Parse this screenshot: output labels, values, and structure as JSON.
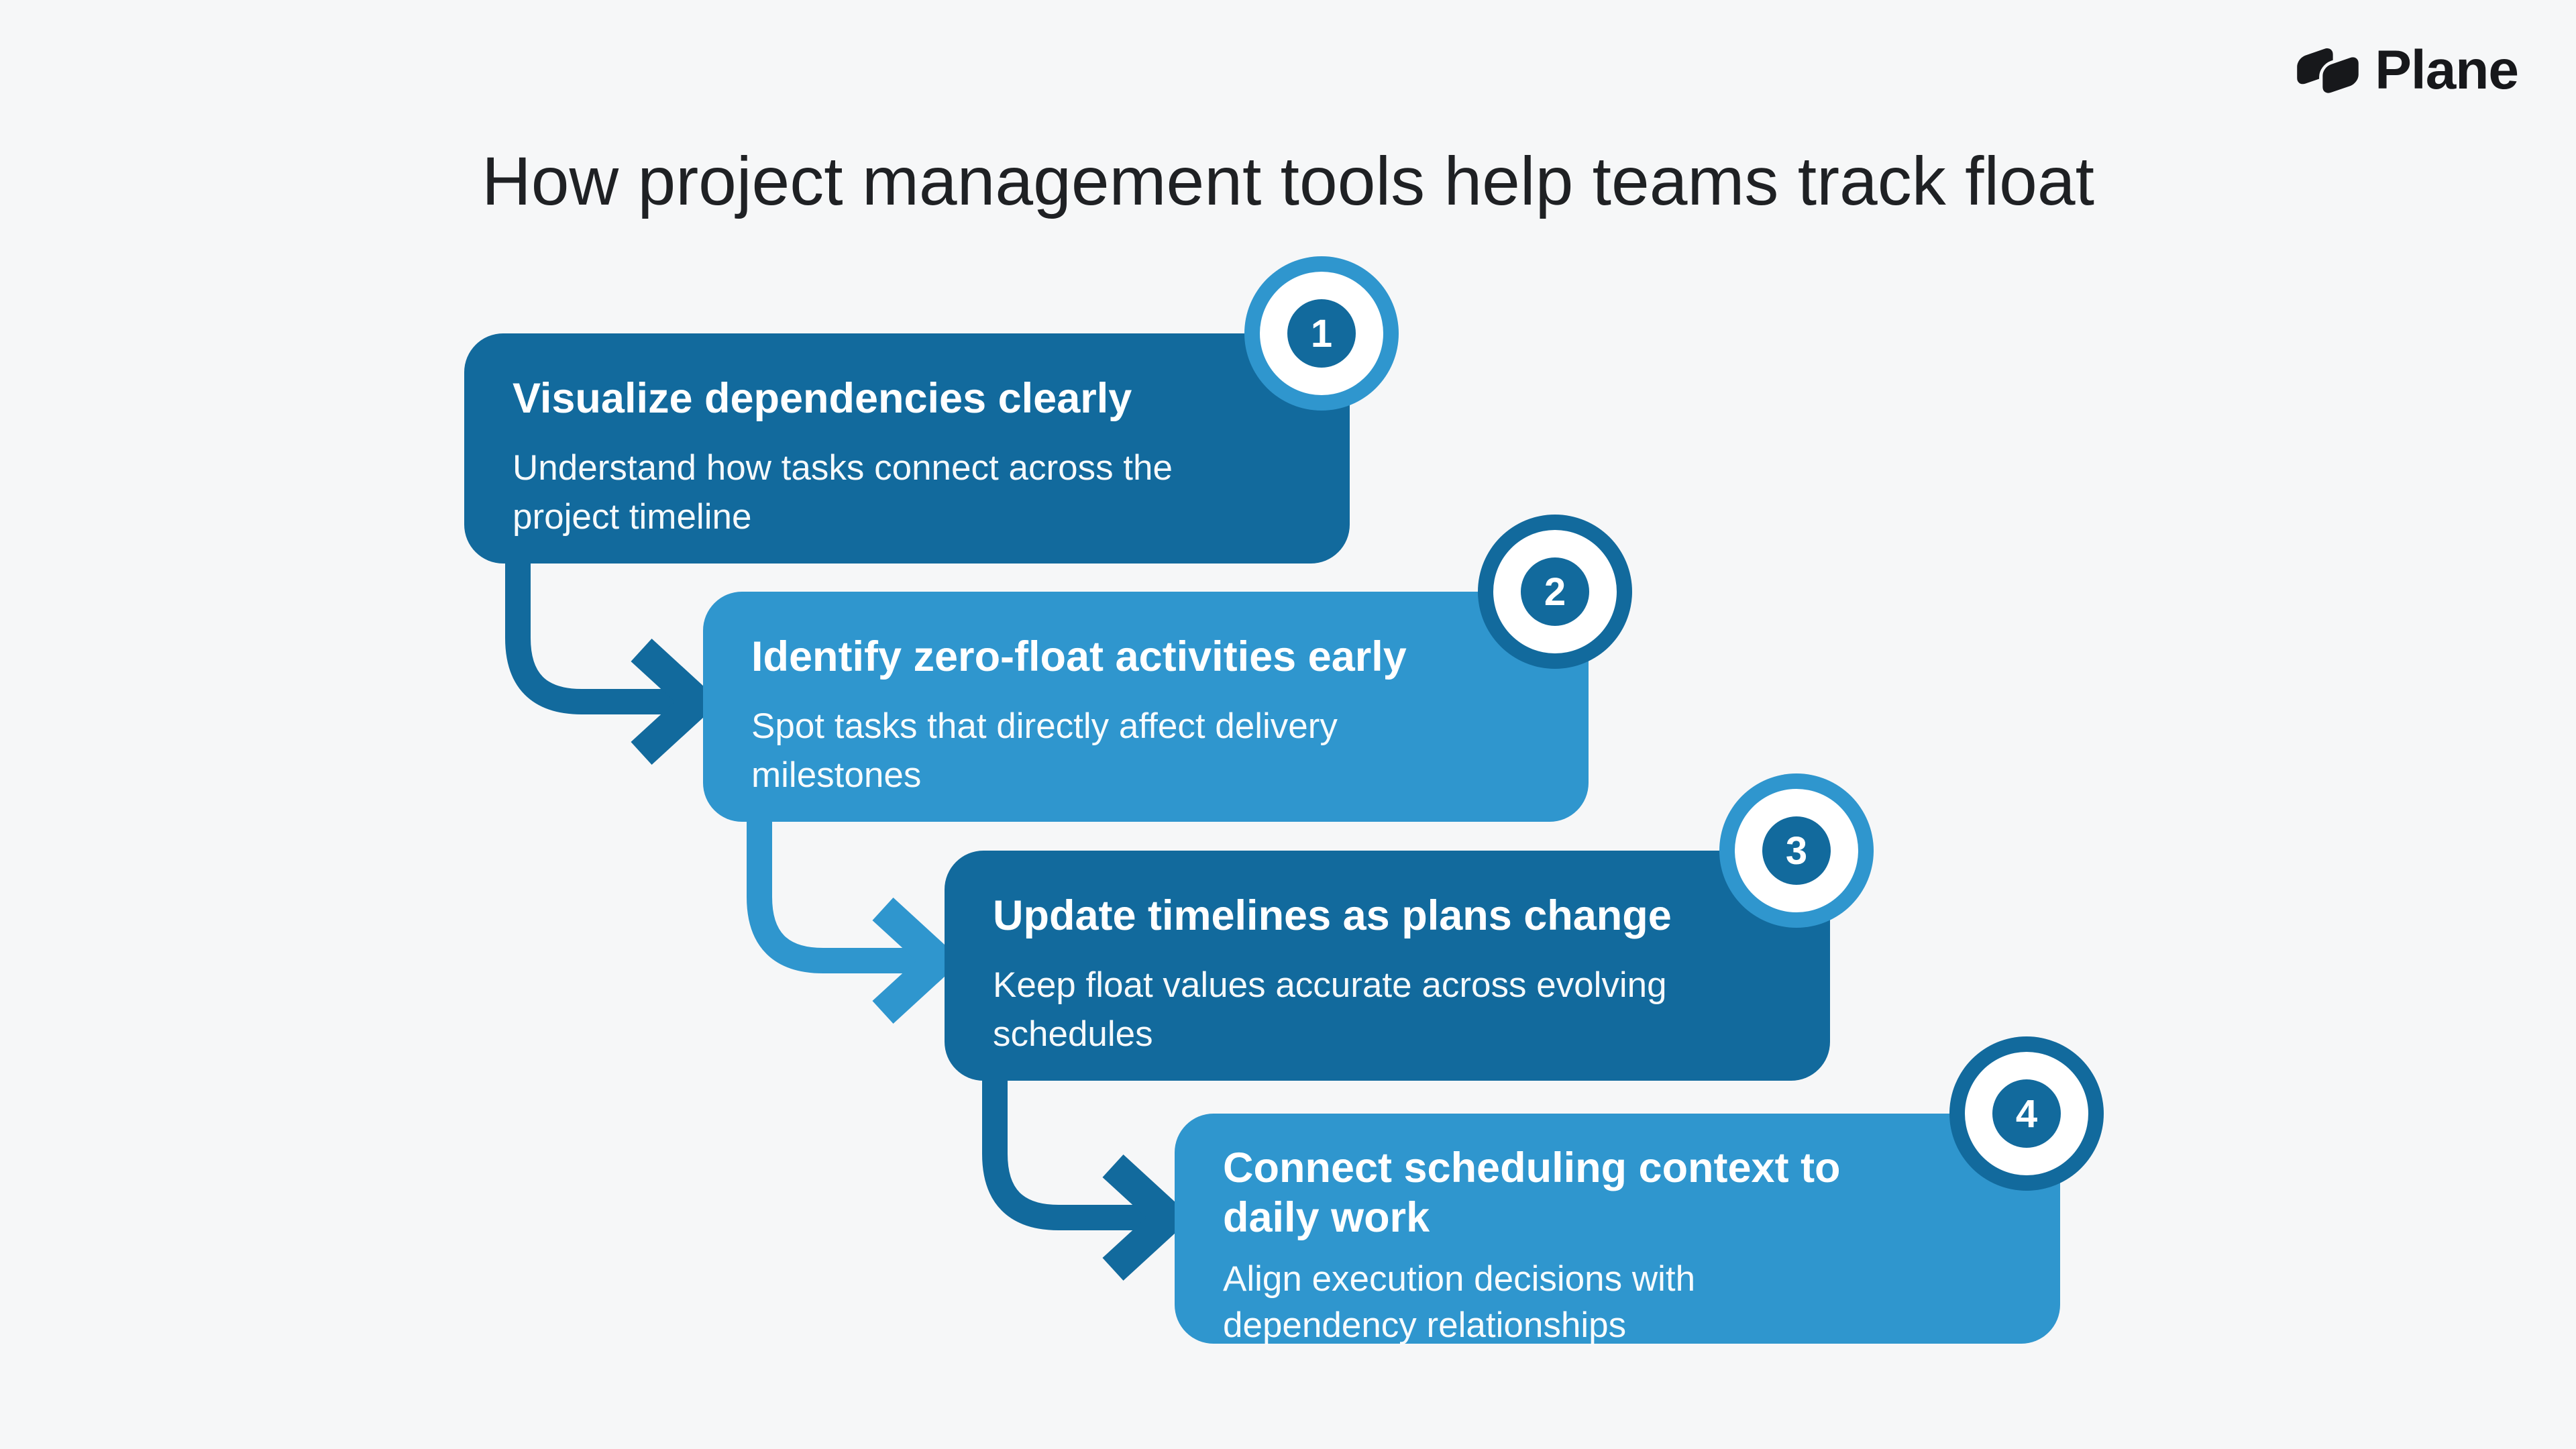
{
  "header": {
    "title": "How project management tools help teams track float"
  },
  "logo": {
    "brand": "Plane"
  },
  "steps": [
    {
      "number": "1",
      "title": "Visualize dependencies clearly",
      "description": "Understand how tasks connect across the project timeline",
      "theme": "dark"
    },
    {
      "number": "2",
      "title": "Identify zero-float activities early",
      "description": "Spot tasks that directly affect delivery milestones",
      "theme": "light"
    },
    {
      "number": "3",
      "title": "Update timelines as plans change",
      "description": "Keep float values accurate across evolving schedules",
      "theme": "dark"
    },
    {
      "number": "4",
      "title": "Connect scheduling context to daily work",
      "description": "Align execution decisions with dependency relationships",
      "theme": "light"
    }
  ],
  "colors": {
    "dark_blue": "#126A9D",
    "light_blue": "#2F96CE",
    "background": "#F6F7F8",
    "title_color": "#1F2124",
    "logo_color": "#17181B",
    "white": "#FFFFFF"
  }
}
